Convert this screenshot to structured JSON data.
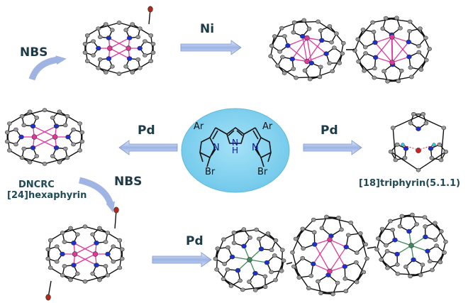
{
  "reagents": {
    "top_left": "NBS",
    "top_arrow": "Ni",
    "left_arrow": "Pd",
    "right_arrow": "Pd",
    "mid_left": "NBS",
    "bottom_arrow": "Pd"
  },
  "compound_names": {
    "left_line1": "DNCRC",
    "left_line2": "[24]hexaphyrin",
    "right": "[18]triphyrin(5.1.1)"
  },
  "center_molecule": {
    "ar_left": "Ar",
    "ar_right": "Ar",
    "nh": "N\nH",
    "n_left": "N",
    "n_right": "N",
    "br_left": "Br",
    "br_right": "Br"
  },
  "colors": {
    "arrow": "#a9bde6",
    "ellipse": "#7fd2f0",
    "bond": "#111111",
    "nitrogen_blue": "#1a2fd6",
    "atom_gray": "#9a9a9a",
    "metal_pink": "#e0389a",
    "metal_green": "#3c8a5a"
  }
}
